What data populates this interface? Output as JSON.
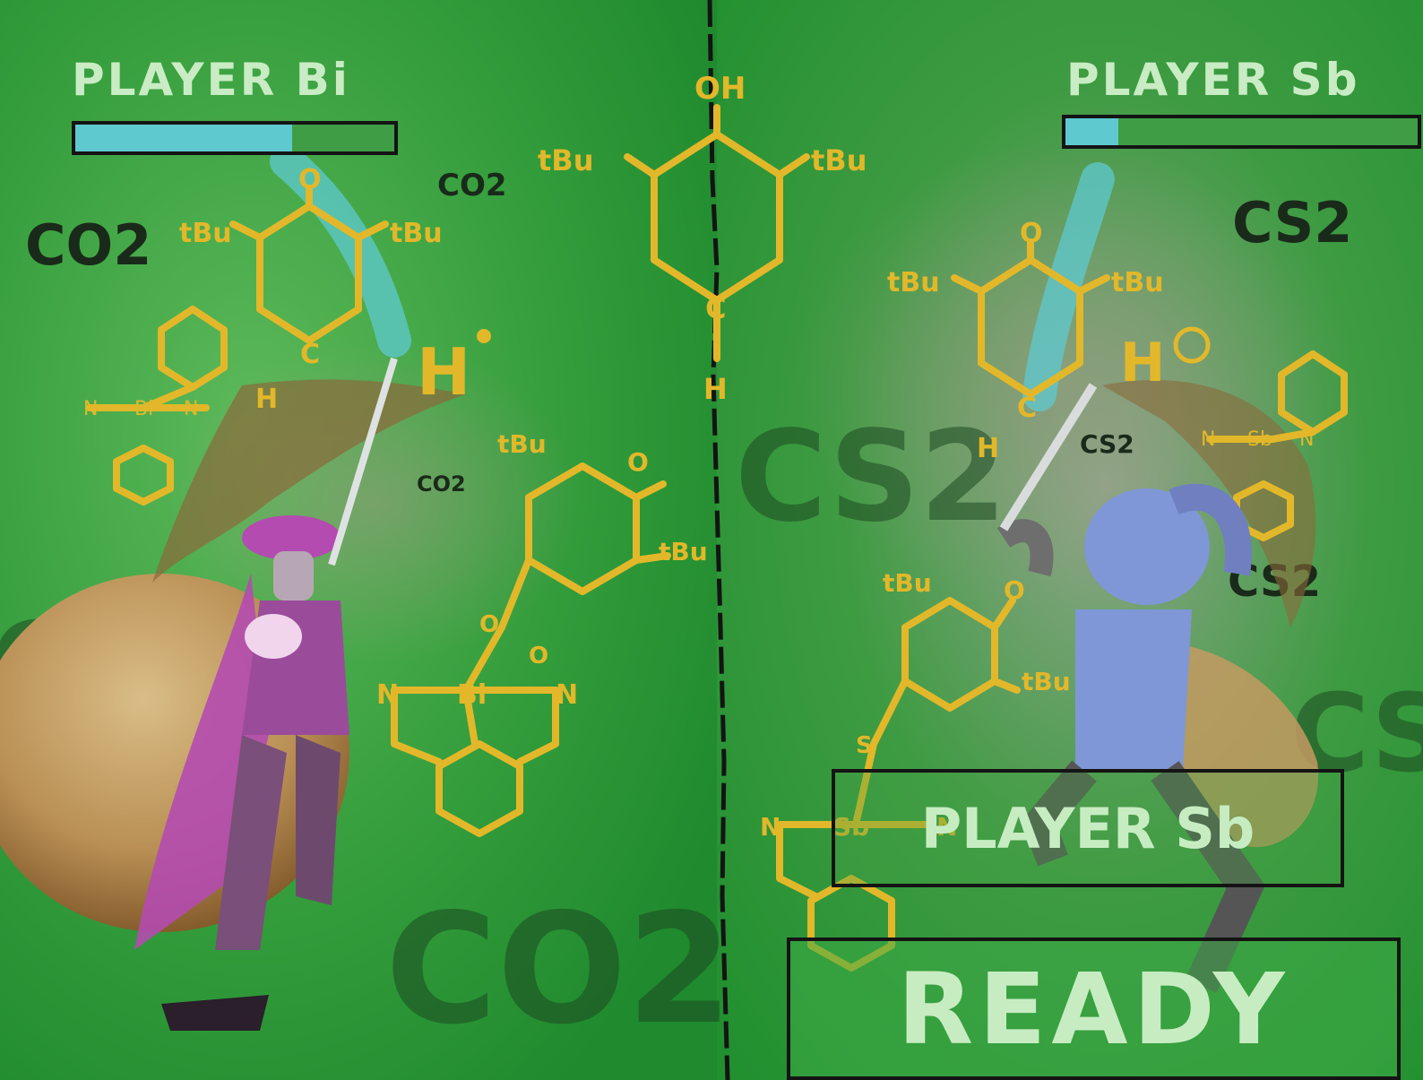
{
  "player_left": {
    "name": "PLAYER Bi",
    "health": 0.68,
    "health_color": "#5ecad0"
  },
  "player_right": {
    "name": "PLAYER Sb",
    "health": 0.15,
    "health_color": "#5ecad0"
  },
  "buttons": {
    "select_label": "PLAYER Sb",
    "ready_label": "READY"
  },
  "molecules": {
    "oh": "OH",
    "tbu": "tBu",
    "c": "C",
    "h": "H",
    "o": "O",
    "n": "N",
    "bi": "Bi",
    "sb": "Sb",
    "s": "S",
    "h_radical": "H",
    "h_cation": "H"
  },
  "gases": {
    "co2": "CO2",
    "cs2": "CS2"
  },
  "colors": {
    "background": "#2f9a3a",
    "molecule": "#e2b82a",
    "divider": "#141414",
    "bi_fighter": "#b44bb0",
    "sb_fighter": "#7f97d6"
  }
}
